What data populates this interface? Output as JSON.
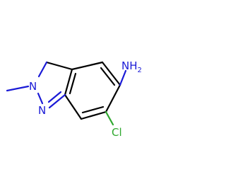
{
  "molecule": {
    "atoms": {
      "n_ring_1": {
        "symbol": "N",
        "color": "#1a1ad6"
      },
      "n_ring_2": {
        "symbol": "N",
        "color": "#1a1ad6"
      },
      "amine": {
        "symbol": "NH",
        "subscript": "2",
        "color": "#1a1ad6"
      },
      "chloro": {
        "symbol": "Cl",
        "color": "#2fa82f"
      }
    },
    "bond_color": "#000000"
  }
}
